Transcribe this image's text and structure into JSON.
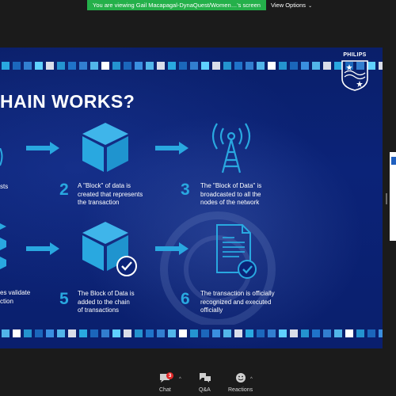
{
  "banner": {
    "text": "You are viewing Gail Macapagal-DynaQuest/Women…'s screen"
  },
  "view_options": {
    "label": "View Options",
    "caret": "⌄"
  },
  "slide": {
    "title": "HAIN WORKS?",
    "logo_text": "PHILIPS",
    "steps": [
      {
        "number": "",
        "text": "sts",
        "icon": "partial-icon"
      },
      {
        "number": "2",
        "text": "A \"Block\" of data is\ncreated that represents\nthe transaction",
        "icon": "cube-icon"
      },
      {
        "number": "3",
        "text": "The \"Block of Data\" is\nbroadcasted to all the\nnodes of the network",
        "icon": "broadcast-tower-icon"
      },
      {
        "number": "",
        "text": "es validate\nction",
        "icon": "cubes-icon"
      },
      {
        "number": "5",
        "text": "The Block of Data is\nadded to the chain\nof transactions",
        "icon": "cube-check-icon"
      },
      {
        "number": "6",
        "text": "The transaction is officially\nrecognized and executed\nofficially",
        "icon": "document-check-icon"
      }
    ]
  },
  "toolbar": {
    "chat": {
      "label": "Chat",
      "badge": "3"
    },
    "qa": {
      "label": "Q&A"
    },
    "reactions": {
      "label": "Reactions"
    }
  }
}
